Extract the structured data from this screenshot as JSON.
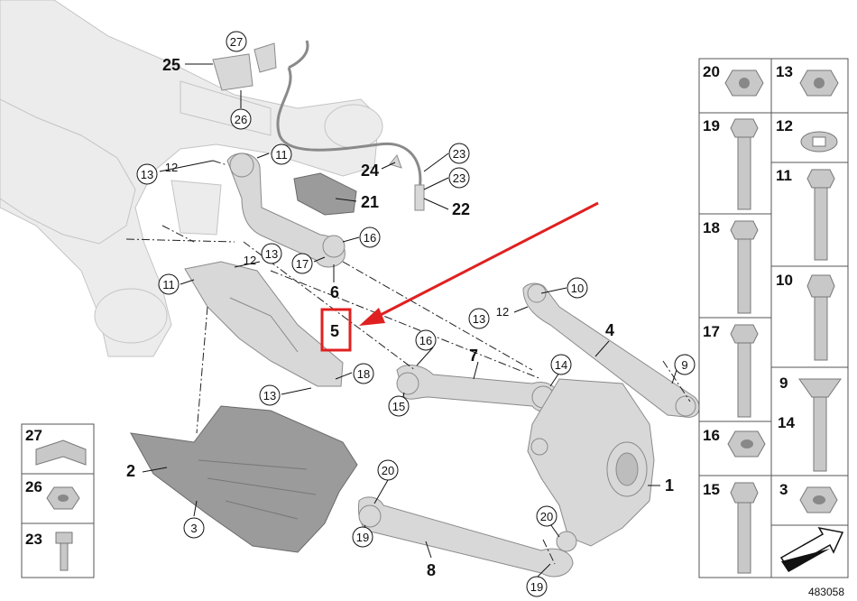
{
  "diagram": {
    "reference_number": "483058",
    "main_labels": [
      "1",
      "2",
      "3",
      "4",
      "5",
      "6",
      "7",
      "8",
      "9",
      "10",
      "11",
      "12",
      "13",
      "14",
      "15",
      "16",
      "17",
      "18",
      "19",
      "20",
      "21",
      "22",
      "23",
      "24",
      "25",
      "26",
      "27"
    ],
    "highlighted_label": "5",
    "colors": {
      "highlight_box": "#e02020",
      "arrow": "#e02020",
      "part_fill": "#d8d8d8",
      "frame_fill": "#ececec"
    }
  },
  "left_legend": [
    {
      "label": "27",
      "icon": "clip-icon"
    },
    {
      "label": "26",
      "icon": "flange-nut-icon"
    },
    {
      "label": "23",
      "icon": "screw-icon"
    }
  ],
  "right_legend": [
    {
      "label": "20",
      "icon": "self-locking-nut-icon"
    },
    {
      "label": "13",
      "icon": "self-locking-nut-icon"
    },
    {
      "label": "19",
      "icon": "bolt-icon"
    },
    {
      "label": "12",
      "icon": "washer-icon"
    },
    {
      "label": "11",
      "icon": "bolt-icon"
    },
    {
      "label": "18",
      "icon": "bolt-icon"
    },
    {
      "label": "10",
      "icon": "bolt-icon"
    },
    {
      "label": "17",
      "icon": "bolt-icon"
    },
    {
      "label": "9",
      "icon": "countersunk-bolt-icon"
    },
    {
      "label": "14",
      "icon": "countersunk-bolt-icon"
    },
    {
      "label": "16",
      "icon": "flange-nut-icon"
    },
    {
      "label": "15",
      "icon": "bolt-icon"
    },
    {
      "label": "3",
      "icon": "hex-nut-icon"
    },
    {
      "label": "",
      "icon": "direction-arrow-icon"
    }
  ]
}
